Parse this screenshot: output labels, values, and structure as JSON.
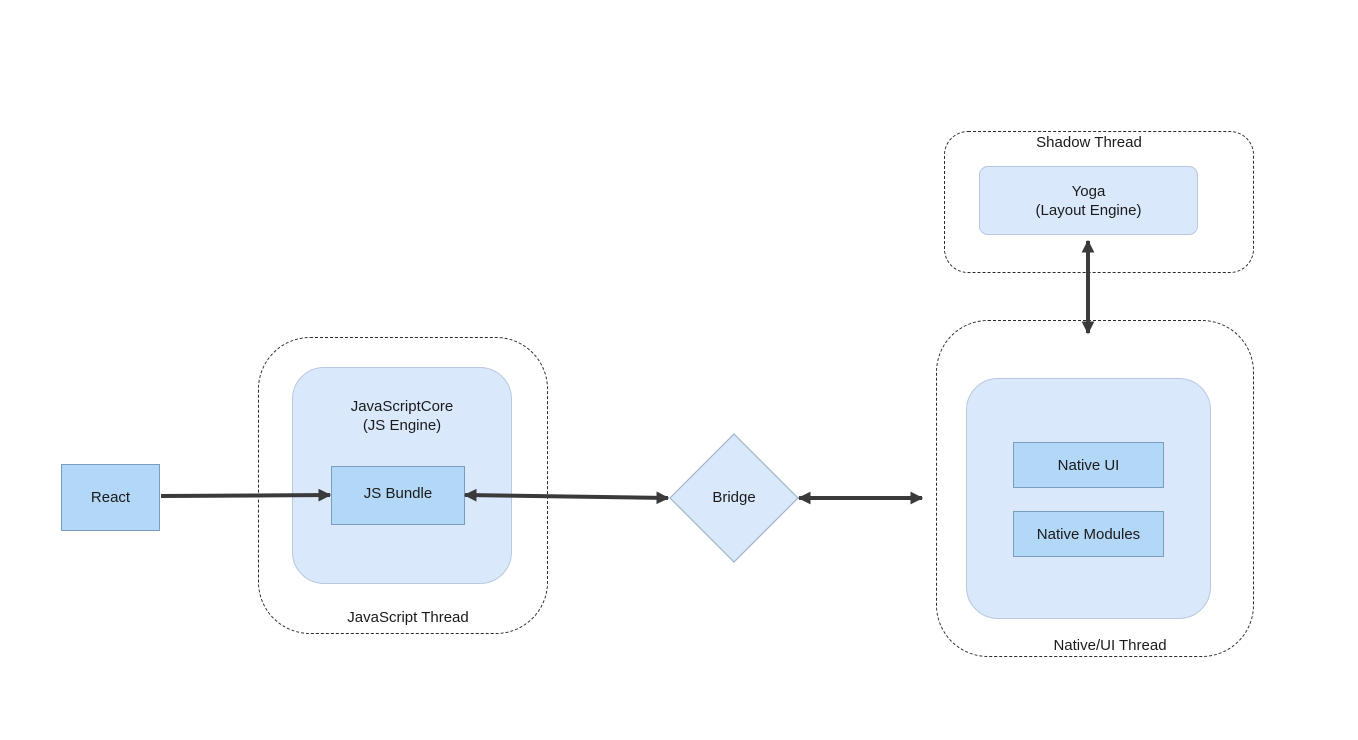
{
  "colors": {
    "engine_fill": "#dae8fc",
    "box_fill": "#b3d7f7",
    "arrow": "#3a3a3a",
    "dash": "#2b2b2b"
  },
  "react": {
    "label": "React"
  },
  "js_thread": {
    "label": "JavaScript Thread",
    "engine": {
      "line1": "JavaScriptCore",
      "line2": "(JS Engine)"
    },
    "bundle": {
      "label": "JS Bundle"
    }
  },
  "bridge": {
    "label": "Bridge"
  },
  "shadow_thread": {
    "label": "Shadow Thread",
    "yoga": {
      "line1": "Yoga",
      "line2": "(Layout Engine)"
    }
  },
  "native_thread": {
    "label": "Native/UI Thread",
    "native_ui": {
      "label": "Native UI"
    },
    "native_modules": {
      "label": "Native Modules"
    }
  }
}
